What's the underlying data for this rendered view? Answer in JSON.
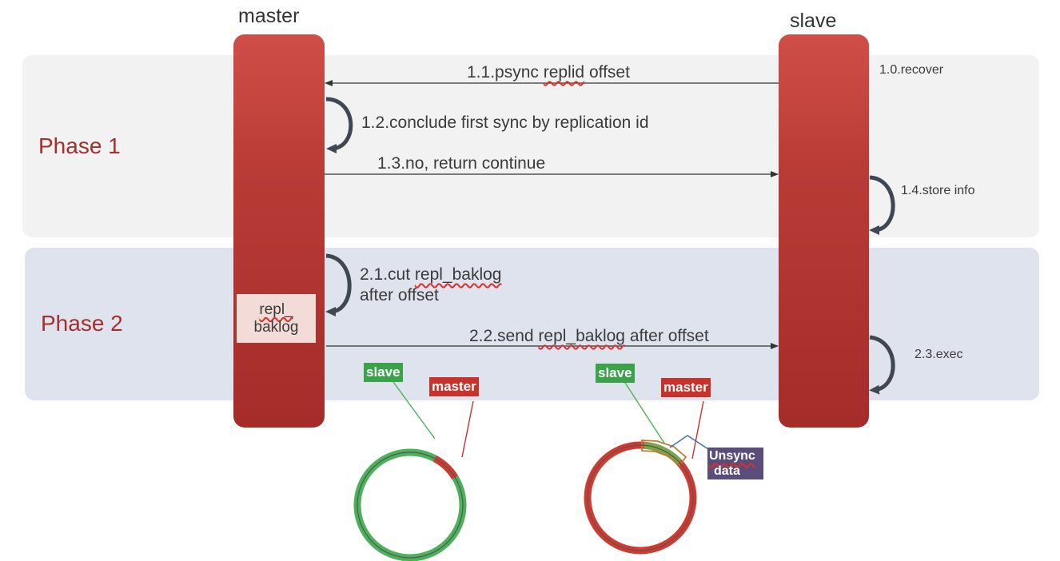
{
  "actors": {
    "master": "master",
    "slave": "slave"
  },
  "phases": {
    "phase1": "Phase 1",
    "phase2": "Phase 2"
  },
  "messages": {
    "m1_0": "1.0.recover",
    "m1_1_prefix": "1.1.psync ",
    "m1_1_replid": "replid",
    "m1_1_suffix": " offset",
    "m1_2": "1.2.conclude first sync by replication id",
    "m1_3": "1.3.no, return continue",
    "m1_4": "1.4.store info",
    "m2_1_prefix": "2.1.cut ",
    "m2_1_baklog": "repl_baklog",
    "m2_1_line2": "after offset",
    "m2_2_prefix": "2.2.send ",
    "m2_2_baklog": "repl_baklog",
    "m2_2_suffix": " after offset",
    "m2_3": "2.3.exec"
  },
  "repl_box": {
    "line1": "repl_",
    "line2": "baklog"
  },
  "ring_labels": {
    "left_slave": "slave",
    "left_master": "master",
    "right_slave": "slave",
    "right_master": "master",
    "unsync_line1": "Unsync",
    "unsync_line2": "data"
  },
  "colors": {
    "lifeline": "#b93b36",
    "phase_label": "#a3302d",
    "phase1_bg": "#f2f2f2",
    "phase2_bg": "#dfe3ee",
    "slave_tag": "#3aa34a",
    "master_tag": "#c8322a",
    "unsync_tag": "#5a4d7c",
    "ring_green": "#4cb15a",
    "ring_red": "#d13a30"
  }
}
